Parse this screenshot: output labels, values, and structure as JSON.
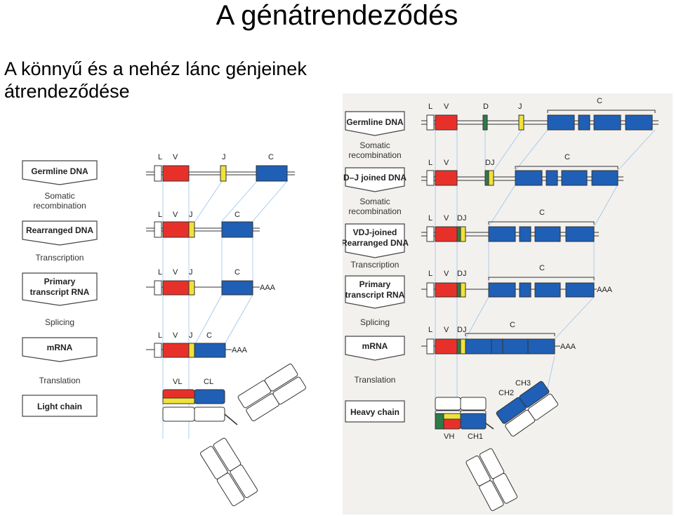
{
  "title": "A génátrendeződés",
  "subtitle": [
    "A könnyű és a nehéz lánc génjeinek",
    "átrendeződése"
  ],
  "light_panel": {
    "stages": [
      "Germline DNA",
      "Rearranged DNA",
      "Primary transcript RNA",
      "mRNA",
      "Light chain"
    ],
    "steps": [
      "Somatic recombination",
      "Transcription",
      "Splicing",
      "Translation"
    ],
    "segment_labels": {
      "L": "L",
      "V": "V",
      "J": "J",
      "C": "C"
    },
    "polyA": "AAA",
    "domain_labels": {
      "VL": "VL",
      "CL": "CL"
    }
  },
  "heavy_panel": {
    "stages": [
      "Germline DNA",
      "D–J joined DNA",
      "VDJ-joined Rearranged DNA",
      "Primary transcript RNA",
      "mRNA",
      "Heavy chain"
    ],
    "steps": [
      "Somatic recombination",
      "Somatic recombination",
      "Transcription",
      "Splicing",
      "Translation"
    ],
    "segment_labels": {
      "L": "L",
      "V": "V",
      "D": "D",
      "J": "J",
      "DJ": "DJ",
      "C": "C"
    },
    "polyA": "AAA",
    "domain_labels": {
      "VH": "VH",
      "CH1": "CH1",
      "CH2": "CH2",
      "CH3": "CH3"
    }
  },
  "colors": {
    "V": "#e8302a",
    "J": "#f0e23a",
    "D": "#2e7a48",
    "C": "#1f5fb5",
    "L": "#ffffff"
  }
}
